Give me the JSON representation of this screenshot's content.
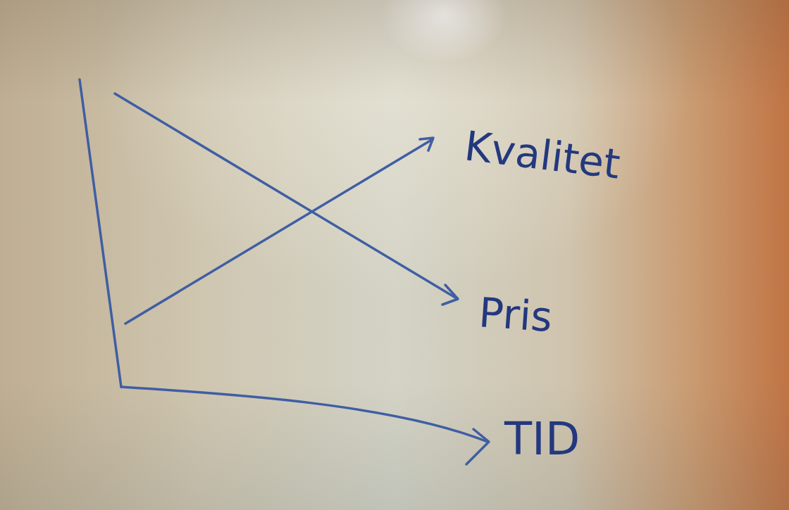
{
  "diagram": {
    "labels": [
      "Kvalitet",
      "Pris",
      "TID"
    ]
  }
}
